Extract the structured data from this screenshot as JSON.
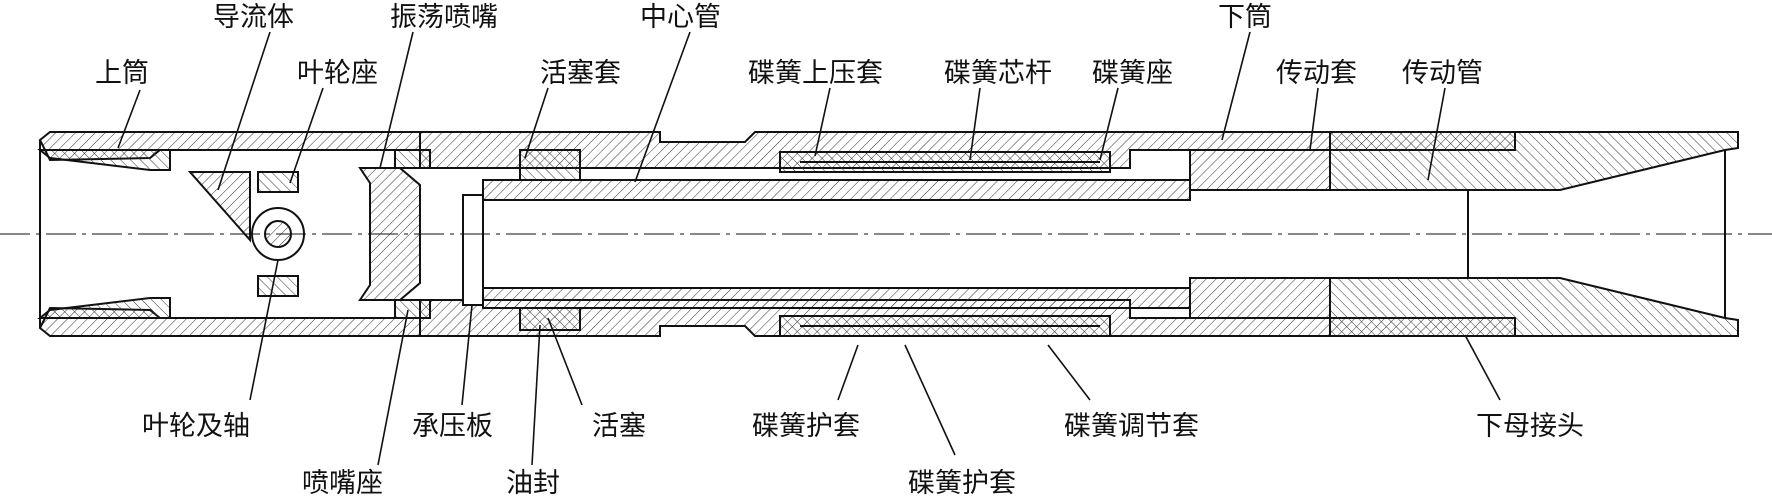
{
  "labels": {
    "shang_tong": "上筒",
    "dao_liu_ti": "导流体",
    "ye_lun_zuo": "叶轮座",
    "zhen_dang_pen_zui": "振荡喷嘴",
    "huo_sai_tao": "活塞套",
    "zhong_xin_guan": "中心管",
    "die_huang_shang_ya_tao": "碟簧上压套",
    "die_huang_xin_gan": "碟簧芯杆",
    "die_huang_zuo": "碟簧座",
    "xia_tong": "下筒",
    "chuan_dong_tao": "传动套",
    "chuan_dong_guan": "传动管",
    "ye_lun_ji_zhou": "叶轮及轴",
    "pen_zui_zuo": "喷嘴座",
    "cheng_ya_ban": "承压板",
    "you_feng": "油封",
    "huo_sai": "活塞",
    "die_huang_hu_tao_1": "碟簧护套",
    "die_huang_hu_tao_2": "碟簧护套",
    "die_huang_tiao_jie_tao": "碟簧调节套",
    "xia_mu_jie_tou": "下母接头"
  },
  "colors": {
    "line": "#111111",
    "hatch": "#333333",
    "background": "#ffffff"
  }
}
